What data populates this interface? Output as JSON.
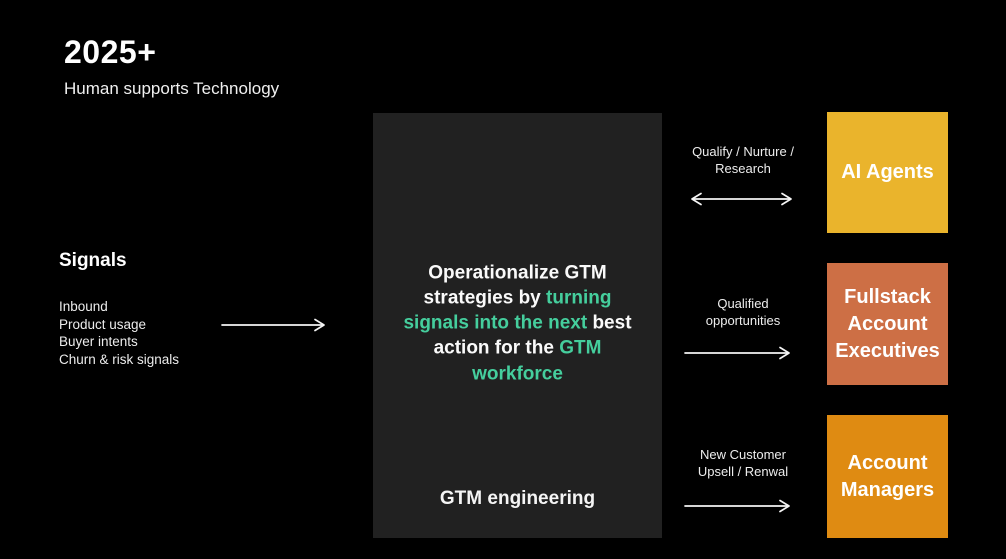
{
  "canvas": {
    "background": "#000000"
  },
  "header": {
    "title": "2025+",
    "subtitle": "Human supports Technology"
  },
  "signals": {
    "heading": "Signals",
    "items": [
      "Inbound",
      "Product usage",
      "Buyer intents",
      "Churn & risk signals"
    ]
  },
  "center_box": {
    "background": "#212121",
    "accent_color": "#45CE9D",
    "message": {
      "seg1_white": "Operationalize GTM strategies by ",
      "seg2_accent": "turning signals into the next",
      "seg3_white": " best action for the ",
      "seg4_accent": "GTM workforce"
    },
    "footer": "GTM engineering"
  },
  "flows": [
    {
      "label_line1": "Qualify / Nurture /",
      "label_line2": "Research",
      "arrow_type": "double",
      "box_label": "AI Agents",
      "box_color": "#EAB42C"
    },
    {
      "label_line1": "Qualified",
      "label_line2": "opportunities",
      "arrow_type": "single",
      "box_label": "Fullstack Account Executives",
      "box_color": "#CD6F45"
    },
    {
      "label_line1": "New Customer",
      "label_line2": "Upsell / Renwal",
      "arrow_type": "single",
      "box_label": "Account Managers",
      "box_color": "#DF8B12"
    }
  ]
}
